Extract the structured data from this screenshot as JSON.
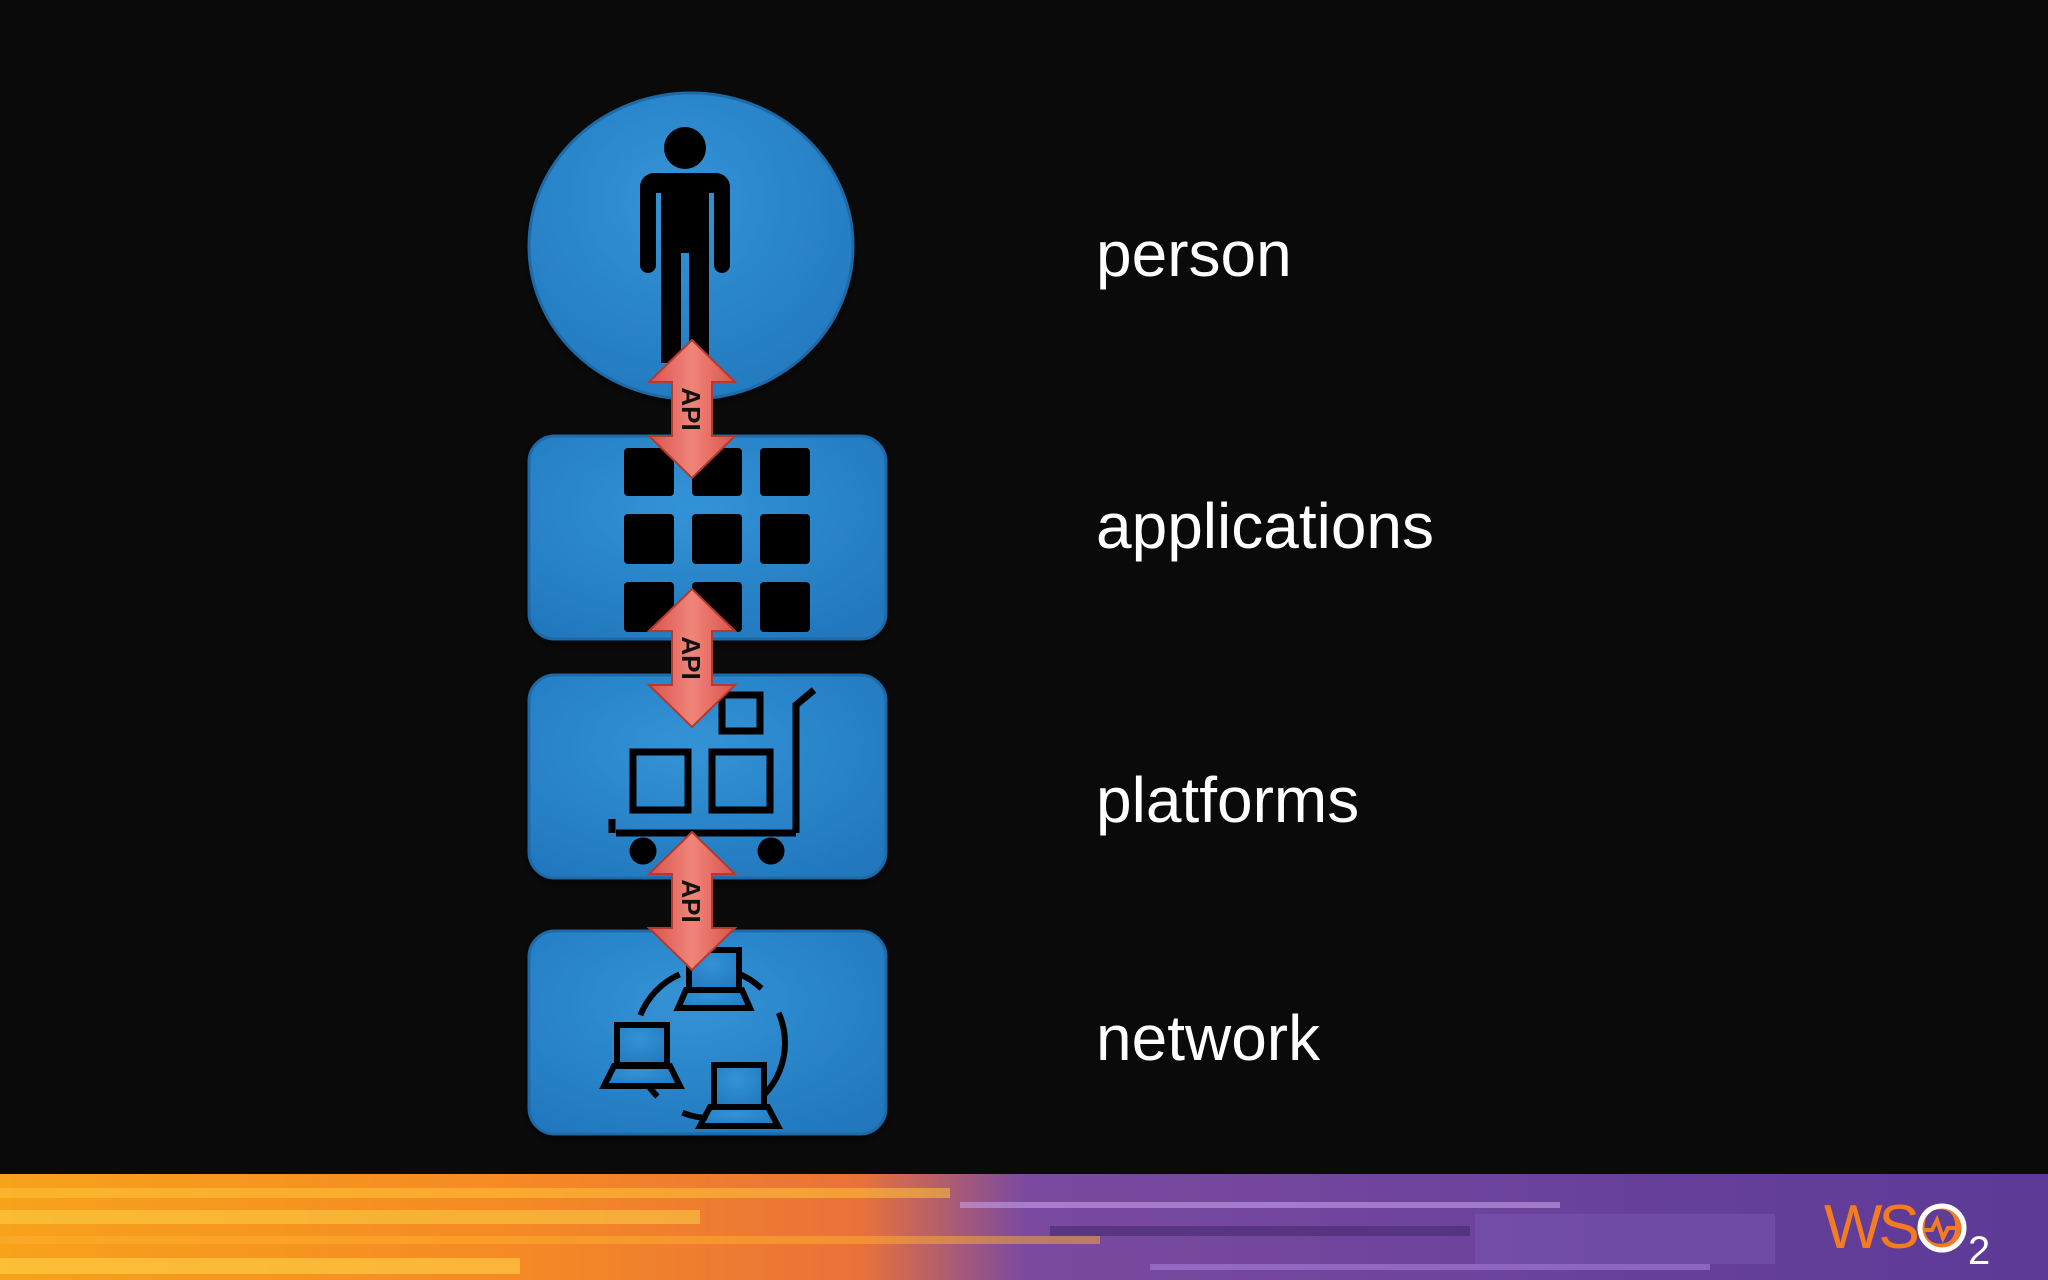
{
  "layers": [
    {
      "id": "person",
      "label": "person",
      "icon": "person-icon"
    },
    {
      "id": "applications",
      "label": "applications",
      "icon": "app-grid-icon"
    },
    {
      "id": "platforms",
      "label": "platforms",
      "icon": "cart-boxes-icon"
    },
    {
      "id": "network",
      "label": "network",
      "icon": "network-laptops-icon"
    }
  ],
  "connectors": [
    {
      "label": "API"
    },
    {
      "label": "API"
    },
    {
      "label": "API"
    }
  ],
  "brand": {
    "logo_text": "WSO",
    "logo_sub": "2",
    "colors": {
      "background": "#0a0a0a",
      "tile_blue": "#2a84c9",
      "arrow_red": "#e66a5e",
      "logo_orange": "#f47b20",
      "footer_purple": "#6a3f9a"
    }
  }
}
